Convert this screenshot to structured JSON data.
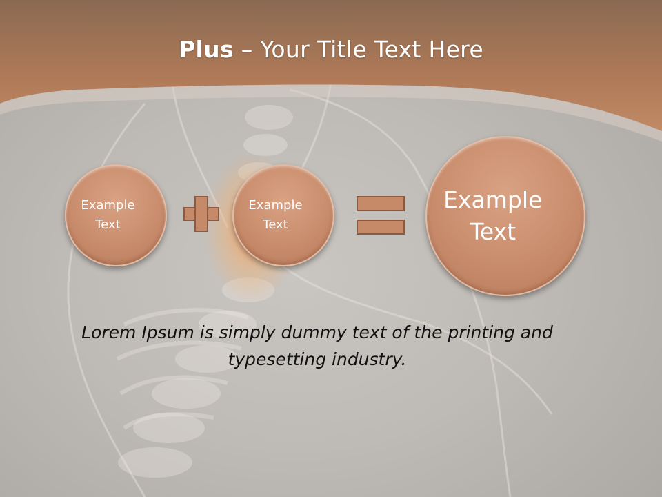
{
  "title": {
    "bold": "Plus",
    "rest": " – Your Title Text Here"
  },
  "circles": [
    {
      "line1": "Example",
      "line2": "Text"
    },
    {
      "line1": "Example",
      "line2": "Text"
    },
    {
      "line1": "Example",
      "line2": "Text"
    }
  ],
  "operators": [
    "plus-icon",
    "equals-icon"
  ],
  "body_text": "Lorem Ipsum is simply dummy text of the printing and typesetting industry.",
  "colors": {
    "accent": "#c78a69",
    "header": "#b88562",
    "background": "#bebab6"
  }
}
